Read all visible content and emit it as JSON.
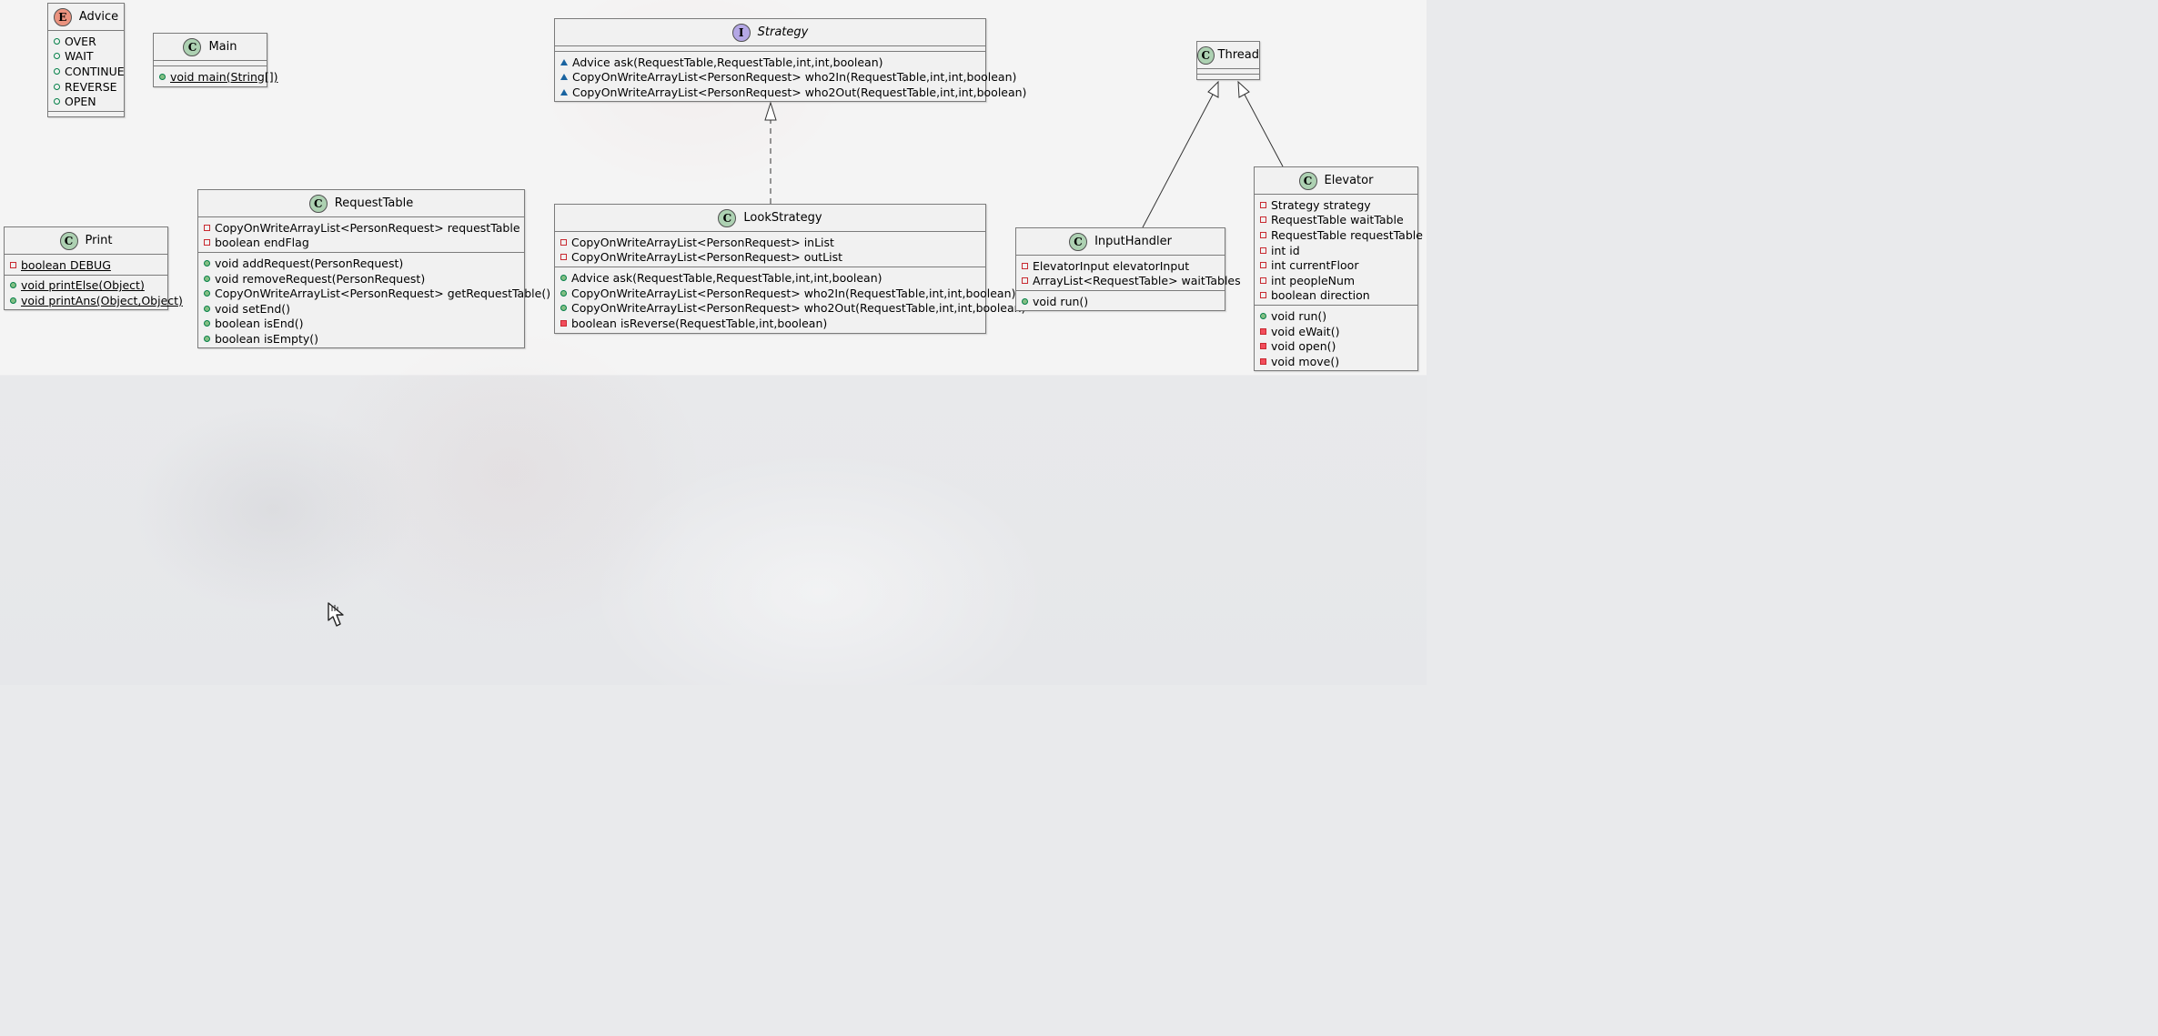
{
  "classes": {
    "advice": {
      "name": "Advice",
      "stereotype": "E",
      "values": [
        "OVER",
        "WAIT",
        "CONTINUE",
        "REVERSE",
        "OPEN"
      ]
    },
    "main": {
      "name": "Main",
      "stereotype": "C",
      "methods": [
        "void main(String[])"
      ]
    },
    "strategy": {
      "name": "Strategy",
      "stereotype": "I",
      "methods": [
        "Advice ask(RequestTable,RequestTable,int,int,boolean)",
        "CopyOnWriteArrayList<PersonRequest> who2In(RequestTable,int,int,boolean)",
        "CopyOnWriteArrayList<PersonRequest> who2Out(RequestTable,int,int,boolean)"
      ]
    },
    "thread": {
      "name": "Thread",
      "stereotype": "C"
    },
    "print": {
      "name": "Print",
      "stereotype": "C",
      "fields": [
        "boolean DEBUG"
      ],
      "methods": [
        "void printElse(Object)",
        "void printAns(Object,Object)"
      ]
    },
    "request_table": {
      "name": "RequestTable",
      "stereotype": "C",
      "fields": [
        "CopyOnWriteArrayList<PersonRequest> requestTable",
        "boolean endFlag"
      ],
      "methods": [
        "void addRequest(PersonRequest)",
        "void removeRequest(PersonRequest)",
        "CopyOnWriteArrayList<PersonRequest> getRequestTable()",
        "void setEnd()",
        "boolean isEnd()",
        "boolean isEmpty()"
      ]
    },
    "look_strategy": {
      "name": "LookStrategy",
      "stereotype": "C",
      "fields": [
        "CopyOnWriteArrayList<PersonRequest> inList",
        "CopyOnWriteArrayList<PersonRequest> outList"
      ],
      "methods": [
        "Advice ask(RequestTable,RequestTable,int,int,boolean)",
        "CopyOnWriteArrayList<PersonRequest> who2In(RequestTable,int,int,boolean)",
        "CopyOnWriteArrayList<PersonRequest> who2Out(RequestTable,int,int,boolean)",
        "boolean isReverse(RequestTable,int,boolean)"
      ]
    },
    "input_handler": {
      "name": "InputHandler",
      "stereotype": "C",
      "fields": [
        "ElevatorInput elevatorInput",
        "ArrayList<RequestTable> waitTables"
      ],
      "methods": [
        "void run()"
      ]
    },
    "elevator": {
      "name": "Elevator",
      "stereotype": "C",
      "fields": [
        "Strategy strategy",
        "RequestTable waitTable",
        "RequestTable requestTable",
        "int id",
        "int currentFloor",
        "int peopleNum",
        "boolean direction"
      ],
      "methods": [
        "void run()",
        "void eWait()",
        "void open()",
        "void move()"
      ]
    }
  },
  "relations": [
    {
      "from": "LookStrategy",
      "to": "Strategy",
      "type": "realization"
    },
    {
      "from": "InputHandler",
      "to": "Thread",
      "type": "generalization"
    },
    {
      "from": "Elevator",
      "to": "Thread",
      "type": "generalization"
    }
  ],
  "colors": {
    "class_stereotype": "#add1b2",
    "enum_stereotype": "#eb937f",
    "interface_stereotype": "#b4a7e5",
    "public_marker": "#84be84",
    "private_marker": "#c82930",
    "package_marker": "#1963a0",
    "box_fill": "#f1f1f1",
    "box_border": "#7b7b7b"
  }
}
